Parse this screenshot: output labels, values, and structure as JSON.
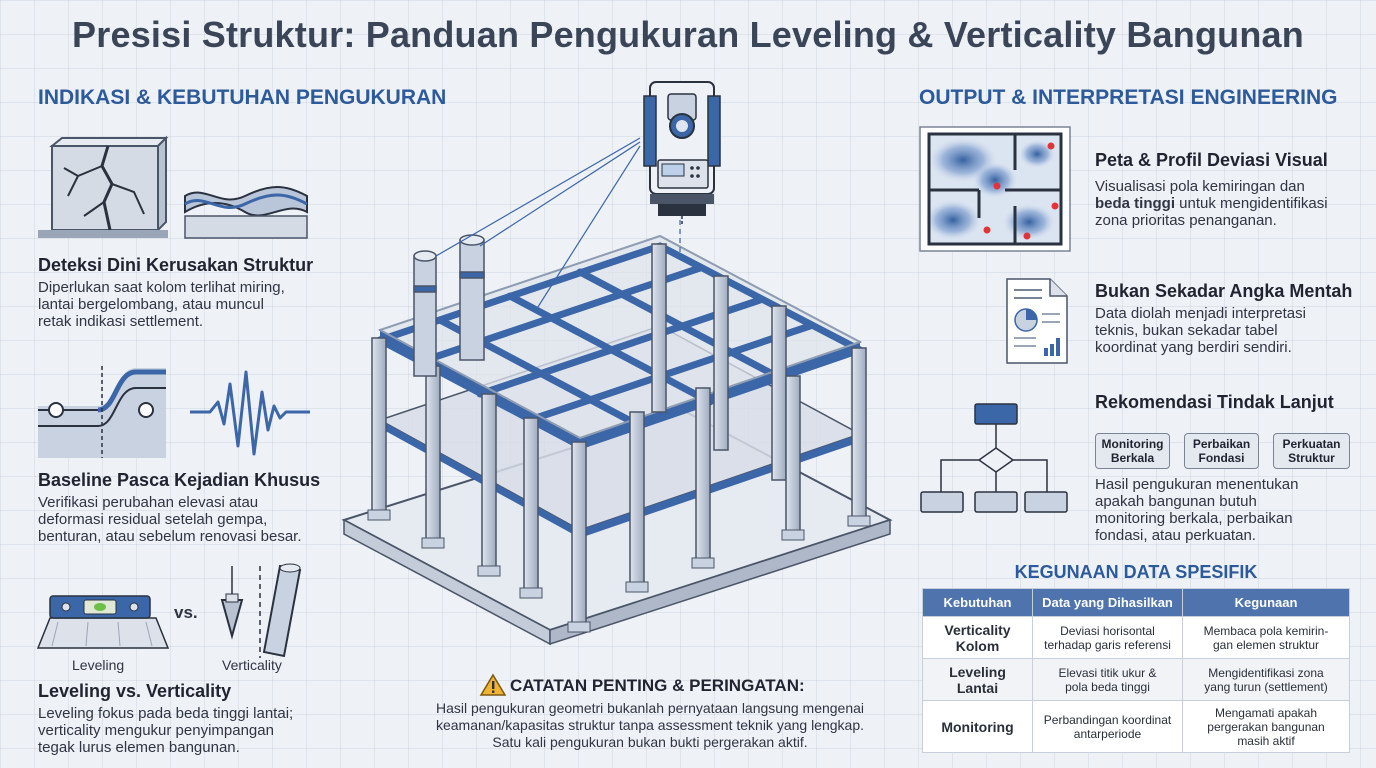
{
  "title": "Presisi Struktur: Panduan Pengukuran Leveling & Verticality Bangunan",
  "left": {
    "heading": "INDIKASI & KEBUTUHAN PENGUKURAN",
    "items": [
      {
        "title": "Deteksi Dini Kerusakan Struktur",
        "text": [
          "Diperlukan saat kolom terlihat miring,",
          "lantai bergelombang, atau muncul",
          "retak indikasi settlement."
        ],
        "icons": [
          "cracked-wall-icon",
          "wavy-floor-icon"
        ]
      },
      {
        "title": "Baseline Pasca Kejadian Khusus",
        "text": [
          "Verifikasi perubahan elevasi atau",
          "deformasi residual setelah gempa,",
          "benturan, atau sebelum renovasi besar."
        ],
        "icons": [
          "settlement-profile-icon",
          "seismic-wave-icon"
        ]
      },
      {
        "title": "Leveling vs. Verticality",
        "text": [
          "Leveling fokus pada beda tinggi lantai;",
          "verticality mengukur penyimpangan",
          "tegak lurus elemen bangunan."
        ],
        "icons": [
          "spirit-level-icon",
          "plumb-bob-icon"
        ],
        "vs_label": "vs.",
        "caption_left": "Leveling",
        "caption_right": "Verticality"
      }
    ]
  },
  "center": {
    "icons": [
      "total-station-icon",
      "building-frame-icon"
    ],
    "warning_icon": "warning-icon",
    "warning_title": "CATATAN PENTING & PERINGATAN:",
    "warning_text": [
      "Hasil pengukuran geometri bukanlah pernyataan langsung mengenai",
      "keamanan/kapasitas struktur tanpa assessment teknik yang lengkap.",
      "Satu kali pengukuran bukan bukti pergerakan aktif."
    ]
  },
  "right": {
    "heading": "OUTPUT & INTERPRETASI ENGINEERING",
    "items": [
      {
        "title": "Peta & Profil Deviasi Visual",
        "text_parts": [
          "Visualisasi pola kemiringan dan",
          "beda tinggi",
          " untuk mengidentifikasi",
          "zona prioritas penanganan."
        ],
        "icon": "heatmap-floorplan-icon"
      },
      {
        "title": "Bukan Sekadar Angka Mentah",
        "text": [
          "Data diolah menjadi interpretasi",
          "teknis, bukan sekadar tabel",
          "koordinat yang berdiri sendiri."
        ],
        "icon": "report-document-icon"
      },
      {
        "title": "Rekomendasi Tindak Lanjut",
        "icon": "flowchart-icon",
        "pills": [
          {
            "line1": "Monitoring",
            "line2": "Berkala"
          },
          {
            "line1": "Perbaikan",
            "line2": "Fondasi"
          },
          {
            "line1": "Perkuatan",
            "line2": "Struktur"
          }
        ],
        "text": [
          "Hasil pengukuran menentukan",
          "apakah bangunan butuh",
          "monitoring berkala, perbaikan",
          "fondasi, atau perkuatan."
        ]
      }
    ],
    "table": {
      "heading": "KEGUNAAN DATA SPESIFIK",
      "headers": [
        "Kebutuhan",
        "Data yang Dihasilkan",
        "Kegunaan"
      ],
      "rows": [
        {
          "k1": "Verticality",
          "k2": "Kolom",
          "d1": "Deviasi horisontal",
          "d2": "terhadap garis referensi",
          "u1": "Membaca pola kemirin-",
          "u2": "gan elemen struktur",
          "u3": ""
        },
        {
          "k1": "Leveling",
          "k2": "Lantai",
          "d1": "Elevasi titik ukur &",
          "d2": "pola beda tinggi",
          "u1": "Mengidentifikasi zona",
          "u2": "yang turun (settlement)",
          "u3": ""
        },
        {
          "k1": "Monitoring",
          "k2": "",
          "d1": "Perbandingan koordinat",
          "d2": "antarperiode",
          "u1": "Mengamati apakah",
          "u2": "pergerakan bangunan",
          "u3": "masih aktif"
        }
      ]
    }
  },
  "colors": {
    "accent_blue": "#2c5a9a",
    "table_header": "#4f73ad",
    "steel": "#c9d2e0",
    "hotspot": "#e0343a"
  }
}
